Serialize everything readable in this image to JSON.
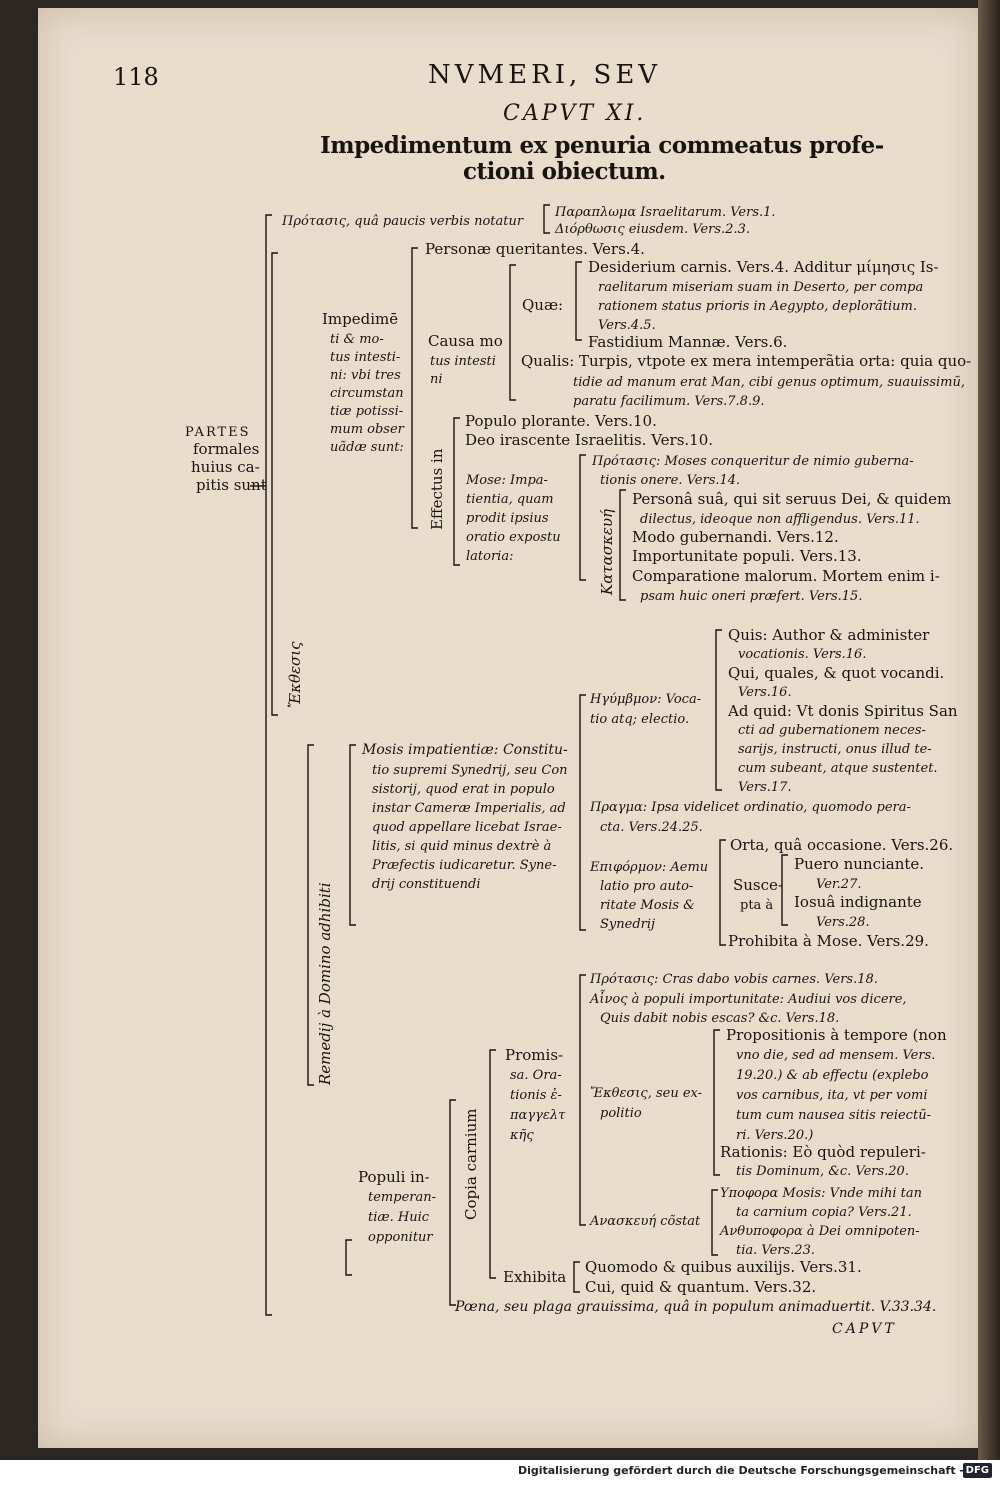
{
  "page": {
    "page_number": "118",
    "running_title": "NVMERI, SEV",
    "chapter": "CAPVT XI.",
    "heading_line1": "Impedimentum ex penuria commeatus profe-",
    "heading_line2": "ctioni obiectum.",
    "catchword": "CAPVT"
  },
  "footer": {
    "credit": "Digitalisierung gefördert durch die Deutsche Forschungsgemeinschaft -",
    "logo": "DFG"
  },
  "tree": {
    "root": [
      "PARTES",
      "formales",
      "huius ca-",
      "pitis sunt"
    ],
    "protasis": "Πρότασις, quâ paucis verbis notatur",
    "protasis_a": "Παραπλωμα Israelitarum. Vers.1.",
    "protasis_b": "Διόρθωσις eiusdem. Vers.2.3.",
    "ekthesis_label": "Ἔκθεσις",
    "impedimenti": [
      "Impedimē",
      "ti & mo-",
      "tus intesti-",
      "ni: vbi tres",
      "circumstan",
      "tiæ potissi-",
      "mum obser",
      "uãdæ sunt:"
    ],
    "personae": "Personæ queritantes. Vers.4.",
    "causa": [
      "Causa mo",
      "tus intesti",
      "ni"
    ],
    "quae": "Quæ:",
    "desiderium": [
      "Desiderium carnis. Vers.4. Additur μίμησις Is-",
      "raelitarum miseriam suam in Deserto, per compa",
      "rationem status prioris in Aegypto, deplorãtium.",
      "Vers.4.5."
    ],
    "fastidium": "Fastidium Mannæ. Vers.6.",
    "qualis": [
      "Qualis: Turpis, vtpote ex mera intemperãtia orta: quia quo-",
      "tidie ad manum erat Man, cibi genus optimum, suauissimũ,",
      "paratu facilimum. Vers.7.8.9."
    ],
    "effectus_label": "Effectus in",
    "populo": "Populo plorante. Vers.10.",
    "deo": "Deo irascente Israelitis. Vers.10.",
    "mose": [
      "Mose: Impa-",
      "tientia, quam",
      "prodit ipsius",
      "oratio expostu",
      "latoria:"
    ],
    "mose_protasis": [
      "Πρότασις: Moses conqueritur de nimio guberna-",
      "tionis onere. Vers.14."
    ],
    "kataskeue_label": "Κατασκευή",
    "persona_sua": [
      "Personâ suâ, qui sit seruus Dei, & quidem",
      "dilectus, ideoque non affligendus. Vers.11."
    ],
    "modo": "Modo gubernandi. Vers.12.",
    "importunitate": "Importunitate populi. Vers.13.",
    "comparatione": [
      "Comparatione malorum. Mortem enim i-",
      "psam huic oneri præfert. Vers.15."
    ],
    "remedii_label": "Remedij à Domino adhibiti",
    "mosis_imp": [
      "Mosis impatientiæ: Constitu-",
      "tio supremi Synedrij, seu Con",
      "sistorij, quod erat in populo",
      "instar Cameræ Imperialis, ad",
      "quod appellare licebat Israe-",
      "litis, si quid minus dextrè à",
      "Præfectis iudicaretur. Syne-",
      "drij constituendi"
    ],
    "hegemon": [
      "Ηγύμβμον: Voca-",
      "tio atq; electio."
    ],
    "quis": [
      "Quis: Author & administer",
      "vocationis. Vers.16."
    ],
    "qui_quales": [
      "Qui, quales, & quot vocandi.",
      "Vers.16."
    ],
    "ad_quid": [
      "Ad quid: Vt donis Spiritus San",
      "cti ad gubernationem neces-",
      "sarijs, instructi, onus illud te-",
      "cum subeant, atque sustentet.",
      "Vers.17."
    ],
    "pragma": [
      "Πραγμα: Ipsa videlicet ordinatio, quomodo pera-",
      "cta. Vers.24.25."
    ],
    "epiphora": [
      "Επιφόρμον: Aemu",
      "latio pro auto-",
      "ritate Mosis &",
      "Synedrij"
    ],
    "orta": "Orta, quâ occasione. Vers.26.",
    "suscepta": [
      "Susce-",
      "pta à"
    ],
    "puero": [
      "Puero nunciante.",
      "Ver.27."
    ],
    "iosua": [
      "Iosuâ indignante",
      "Vers.28."
    ],
    "prohibita": "Prohibita à Mose. Vers.29.",
    "populi_int": [
      "Populi in-",
      "temperan-",
      "tiæ. Huic",
      "opponitur"
    ],
    "copia_label": "Copia carnium",
    "protasis2": "Πρότασις: Cras dabo vobis carnes. Vers.18.",
    "ainos": [
      "Αἶνος à populi importunitate: Audiui vos dicere,",
      "Quis dabit nobis escas? &c. Vers.18."
    ],
    "promissa": [
      "Promis-",
      "sa. Ora-",
      "tionis ἐ-",
      "παγγελτ",
      "κῆς"
    ],
    "ekthesis2": [
      "Ἔκθεσις, seu ex-",
      "politio"
    ],
    "propositionis": [
      "Propositionis à tempore (non",
      "vno die, sed ad mensem. Vers.",
      "19.20.) & ab effectu (explebo",
      "vos carnibus, ita, vt per vomi",
      "tum cum nausea sitis reiectũ-",
      "ri. Vers.20.)"
    ],
    "rationis": [
      "Rationis: Eò quòd repuleri-",
      "tis Dominum, &c. Vers.20."
    ],
    "anaskeue": "Ανασκευή cõstat",
    "hypophora": [
      "Υποφορα Mosis: Vnde mihi tan",
      "ta carnium copia? Vers.21."
    ],
    "anthypophora": [
      "Ανθυποφορα à Dei omnipoten-",
      "tia. Vers.23."
    ],
    "exhibita": "Exhibita",
    "quomodo": "Quomodo & quibus auxilijs. Vers.31.",
    "cui": "Cui, quid & quantum. Vers.32.",
    "poena": "Pœna, seu plaga grauissima, quâ in populum animaduertit. V.33.34."
  }
}
